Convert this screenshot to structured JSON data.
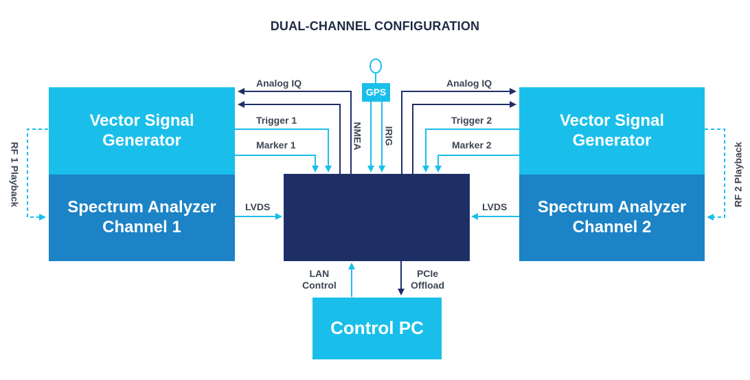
{
  "title": "DUAL-CHANNEL CONFIGURATION",
  "blocks": {
    "vsg1": "Vector Signal\nGenerator",
    "sa1": "Spectrum Analyzer\nChannel 1",
    "vsg2": "Vector Signal\nGenerator",
    "sa2": "Spectrum Analyzer\nChannel 2",
    "core": "",
    "pc": "Control PC",
    "gps": "GPS"
  },
  "labels": {
    "analog_iq_left": "Analog IQ",
    "trigger1": "Trigger 1",
    "marker1": "Marker 1",
    "analog_iq_right": "Analog IQ",
    "trigger2": "Trigger 2",
    "marker2": "Marker 2",
    "nmea": "NMEA",
    "irig": "IRIG",
    "lvds_left": "LVDS",
    "lvds_right": "LVDS",
    "lan_control": "LAN\nControl",
    "pcie_offload": "PCIe\nOffload",
    "rf1_playback": "RF 1 Playback",
    "rf2_playback": "RF 2 Playback"
  },
  "colors": {
    "light_blue": "#19bfea",
    "mid_blue": "#1c83c6",
    "navy": "#1e2f66",
    "arrow_navy": "#1e2f66",
    "arrow_light": "#19bfea"
  }
}
